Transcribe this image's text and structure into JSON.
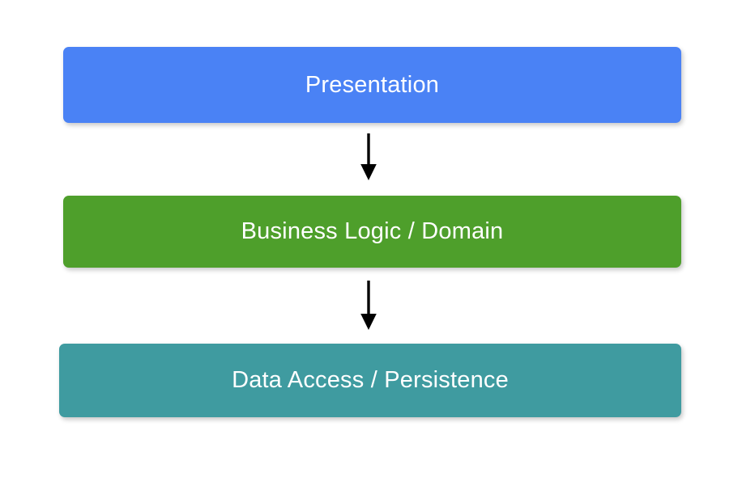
{
  "diagram": {
    "type": "layered-architecture",
    "title": "",
    "background_color": "#ffffff",
    "layers": [
      {
        "id": "presentation",
        "label": "Presentation",
        "color": "#4a82f5",
        "order": 1
      },
      {
        "id": "business-logic",
        "label": "Business Logic / Domain",
        "color": "#4e9f2b",
        "order": 2
      },
      {
        "id": "data-access",
        "label": "Data Access / Persistence",
        "color": "#3f9ba0",
        "order": 3
      }
    ],
    "connectors": [
      {
        "id": "presentation-to-business",
        "from": "presentation",
        "to": "business-logic",
        "style": "solid-arrow",
        "color": "#000000"
      },
      {
        "id": "business-to-data",
        "from": "business-logic",
        "to": "data-access",
        "style": "solid-arrow",
        "color": "#000000"
      }
    ],
    "label_color": "#ffffff"
  }
}
